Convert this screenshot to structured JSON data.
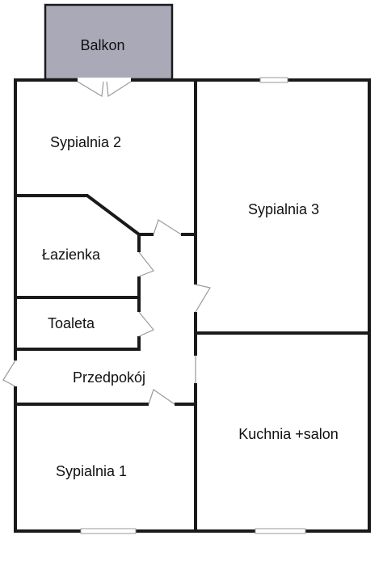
{
  "colors": {
    "wall": "#1a1a1a",
    "balcony_fill": "#a9a9b8",
    "background": "#ffffff"
  },
  "rooms": {
    "balkon": "Balkon",
    "sypialnia_2": "Sypialnia 2",
    "sypialnia_3": "Sypialnia 3",
    "lazienka": "Łazienka",
    "toaleta": "Toaleta",
    "przedpokoj": "Przedpokój",
    "kuchnia_salon": "Kuchnia +salon",
    "sypialnia_1": "Sypialnia 1"
  }
}
